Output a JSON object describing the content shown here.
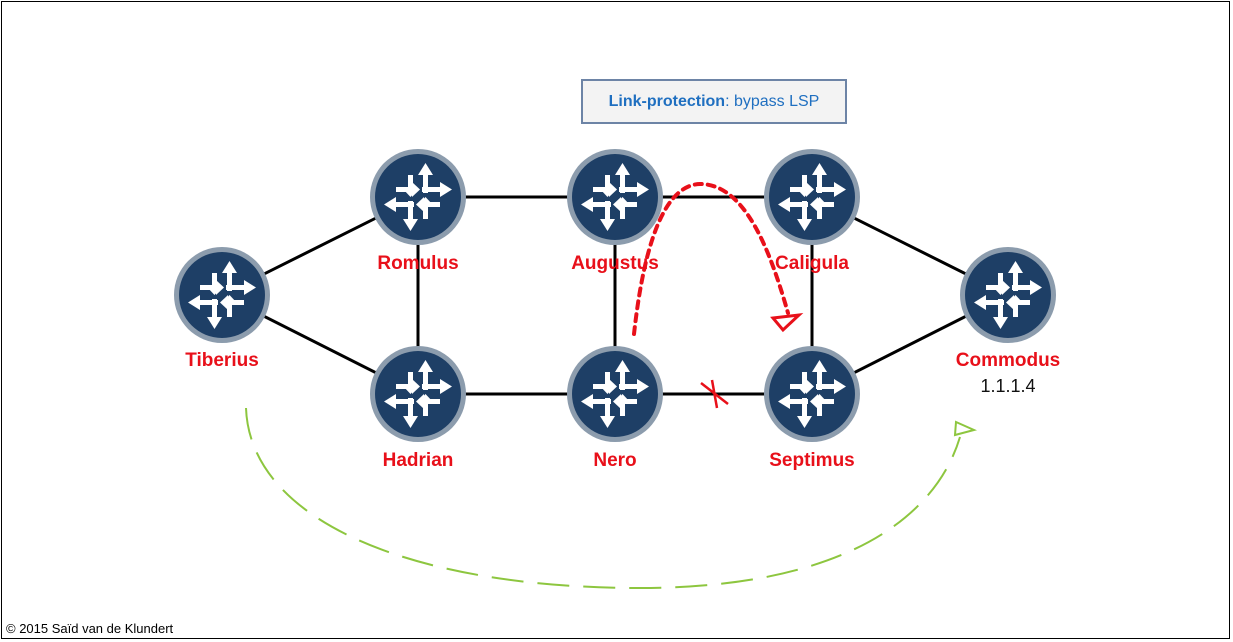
{
  "callout": {
    "bold": "Link-protection",
    "rest": ": bypass LSP"
  },
  "routers": {
    "tiberius": "Tiberius",
    "romulus": "Romulus",
    "hadrian": "Hadrian",
    "augustus": "Augustus",
    "nero": "Nero",
    "caligula": "Caligula",
    "septimus": "Septimus",
    "commodus": "Commodus",
    "commodus_address": "1.1.1.4"
  },
  "copyright": "© 2015 Saïd van de Klundert",
  "colors": {
    "router_fill": "#1e3f66",
    "router_ring": "#8c9cad",
    "label": "#e8101a",
    "bypass_path": "#e8101a",
    "primary_path": "#8dc63f",
    "callout_border": "#6d84a6",
    "callout_text": "#1f6fc0"
  }
}
